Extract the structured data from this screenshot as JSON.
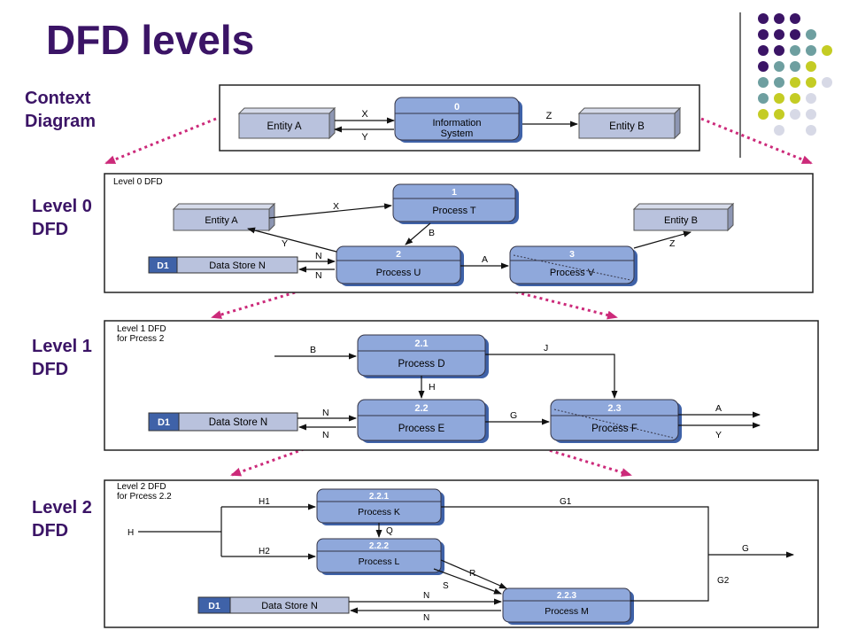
{
  "title": "DFD levels",
  "labels": {
    "context": [
      "Context",
      "Diagram"
    ],
    "level0": [
      "Level 0",
      "DFD"
    ],
    "level1": [
      "Level 1",
      "DFD"
    ],
    "level2": [
      "Level 2",
      "DFD"
    ]
  },
  "context": {
    "entity_a": "Entity A",
    "entity_b": "Entity B",
    "process_num": "0",
    "process_name_1": "Information",
    "process_name_2": "System",
    "flow_x": "X",
    "flow_y": "Y",
    "flow_z": "Z"
  },
  "level0": {
    "caption": "Level 0 DFD",
    "entity_a": "Entity A",
    "entity_b": "Entity B",
    "p1_num": "1",
    "p1_name": "Process T",
    "p2_num": "2",
    "p2_name": "Process U",
    "p3_num": "3",
    "p3_name": "Process V",
    "store_id": "D1",
    "store_name": "Data Store N",
    "flow_x": "X",
    "flow_y": "Y",
    "flow_b": "B",
    "flow_a": "A",
    "flow_z": "Z",
    "flow_n1": "N",
    "flow_n2": "N"
  },
  "level1": {
    "caption_1": "Level 1 DFD",
    "caption_2": "for Prcess 2",
    "p1_num": "2.1",
    "p1_name": "Process D",
    "p2_num": "2.2",
    "p2_name": "Process E",
    "p3_num": "2.3",
    "p3_name": "Process F",
    "store_id": "D1",
    "store_name": "Data Store N",
    "flow_b": "B",
    "flow_j": "J",
    "flow_h": "H",
    "flow_g": "G",
    "flow_a": "A",
    "flow_y": "Y",
    "flow_n1": "N",
    "flow_n2": "N"
  },
  "level2": {
    "caption_1": "Level 2 DFD",
    "caption_2": "for Prcess 2.2",
    "p1_num": "2.2.1",
    "p1_name": "Process K",
    "p2_num": "2.2.2",
    "p2_name": "Process L",
    "p3_num": "2.2.3",
    "p3_name": "Process M",
    "store_id": "D1",
    "store_name": "Data Store N",
    "flow_h": "H",
    "flow_h1": "H1",
    "flow_h2": "H2",
    "flow_q": "Q",
    "flow_r": "R",
    "flow_s": "S",
    "flow_g1": "G1",
    "flow_g2": "G2",
    "flow_g": "G",
    "flow_n1": "N",
    "flow_n2": "N"
  },
  "colors": {
    "title": "#3b1466",
    "process_fill": "#8fa8db",
    "process_dark": "#3f62a8",
    "entity_fill": "#b9c2dd",
    "connector": "#cc2a7a",
    "dot_purple": "#3b1466",
    "dot_teal": "#6e9fa0",
    "dot_lime": "#c4cc24",
    "dot_grey": "#d7d9e6"
  }
}
